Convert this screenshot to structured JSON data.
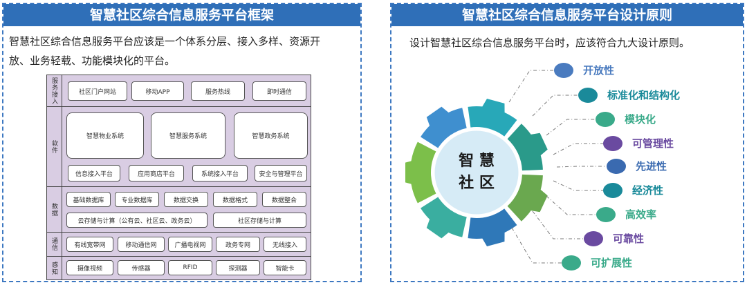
{
  "left_panel": {
    "title": "智慧社区综合信息服务平台框架",
    "intro_line1": "智慧社区综合信息服务平台应该是一个体系分层、接入多样、资源开",
    "intro_line2": "放、业务轻载、功能模块化的平台。",
    "layers": {
      "access": {
        "label": "服务接入",
        "items": [
          "社区门户网站",
          "移动APP",
          "服务热线",
          "即时通信"
        ]
      },
      "software": {
        "label": "软件",
        "systems": [
          "智慧物业系统",
          "智慧服务系统",
          "智慧政务系统"
        ],
        "platforms": [
          "信息接入平台",
          "应用商店平台",
          "系统接入平台",
          "安全与管理平台"
        ]
      },
      "data": {
        "label": "数据",
        "items": [
          "基础数据库",
          "专业数据库",
          "数据交换",
          "数据格式",
          "数据整合"
        ],
        "storage": [
          "云存储与计算（公有云、社区云、政务云）",
          "社区存储与计算"
        ]
      },
      "network": {
        "label": "通信",
        "items": [
          "有线宽带网",
          "移动通信网",
          "广播电视网",
          "政务专网",
          "无线接入"
        ]
      },
      "sensing": {
        "label": "感知",
        "items": [
          "摄像视频",
          "传感器",
          "RFID",
          "探测器",
          "智能卡"
        ]
      }
    }
  },
  "right_panel": {
    "title": "智慧社区综合信息服务平台设计原则",
    "intro": "设计智慧社区综合信息服务平台时，应该符合九大设计原则。",
    "gear_center_line1": "智 慧",
    "gear_center_line2": "社 区",
    "principles": [
      {
        "label": "开放性",
        "color": "#4a7bbf"
      },
      {
        "label": "标准化和结构化",
        "color": "#1a8a9a"
      },
      {
        "label": "模块化",
        "color": "#3aaa8a"
      },
      {
        "label": "可管理性",
        "color": "#6a4aa0"
      },
      {
        "label": "先进性",
        "color": "#3a6ab0"
      },
      {
        "label": "经济性",
        "color": "#1a8a9a"
      },
      {
        "label": "高效率",
        "color": "#3aaa8a"
      },
      {
        "label": "可靠性",
        "color": "#6a4aa0"
      },
      {
        "label": "可扩展性",
        "color": "#3aaa8a"
      }
    ]
  }
}
